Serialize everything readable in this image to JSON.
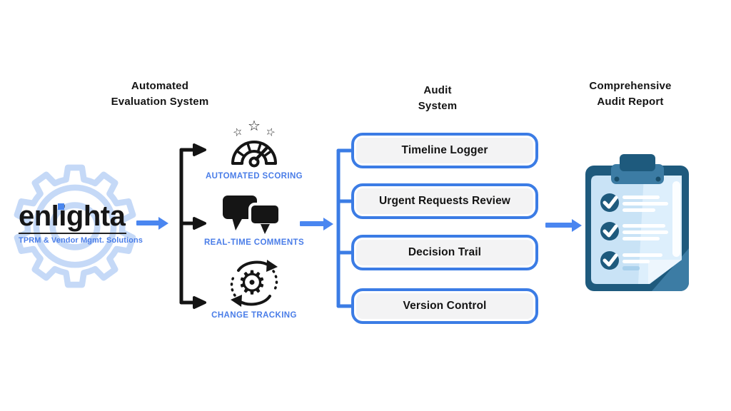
{
  "colors": {
    "accent_blue": "#3b7ce5",
    "arrow_blue": "#4a86f0",
    "label_blue": "#4a7de8",
    "gear_light_blue": "#c5d9f7",
    "logo_dot_blue": "#4a86ee",
    "ink": "#141414",
    "box_fill": "#f3f3f4",
    "clipboard_navy": "#1e5a7d",
    "clipboard_medium": "#3c7ca4",
    "clipboard_paper": "#c9e3f6",
    "clipboard_paper_light": "#ddeffc",
    "clipboard_flap": "#edf6fd"
  },
  "headers": {
    "evaluation": {
      "line1": "Automated",
      "line2": "Evaluation System"
    },
    "audit": {
      "line1": "Audit",
      "line2": "System"
    },
    "report": {
      "line1": "Comprehensive",
      "line2": "Audit Report"
    }
  },
  "logo": {
    "brand_prefix": "enl",
    "brand_i": "i",
    "brand_suffix": "ghta",
    "tagline": "TPRM & Vendor Mgmt. Solutions"
  },
  "features": [
    {
      "label": "AUTOMATED SCORING",
      "icon": "gauge-stars-icon"
    },
    {
      "label": "REAL-TIME COMMENTS",
      "icon": "chat-bubbles-icon"
    },
    {
      "label": "CHANGE TRACKING",
      "icon": "cycle-gear-icon"
    }
  ],
  "audit_boxes": [
    {
      "label": "Timeline Logger"
    },
    {
      "label": "Urgent Requests Review"
    },
    {
      "label": "Decision Trail"
    },
    {
      "label": "Version Control"
    }
  ]
}
